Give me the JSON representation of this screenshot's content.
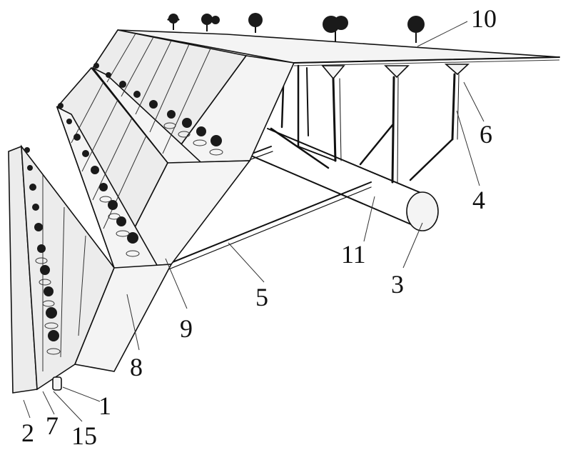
{
  "labels": {
    "l1": "1",
    "l2": "2",
    "l3": "3",
    "l4": "4",
    "l5": "5",
    "l6": "6",
    "l7": "7",
    "l8": "8",
    "l9": "9",
    "l10": "10",
    "l11": "11",
    "l15": "15"
  }
}
